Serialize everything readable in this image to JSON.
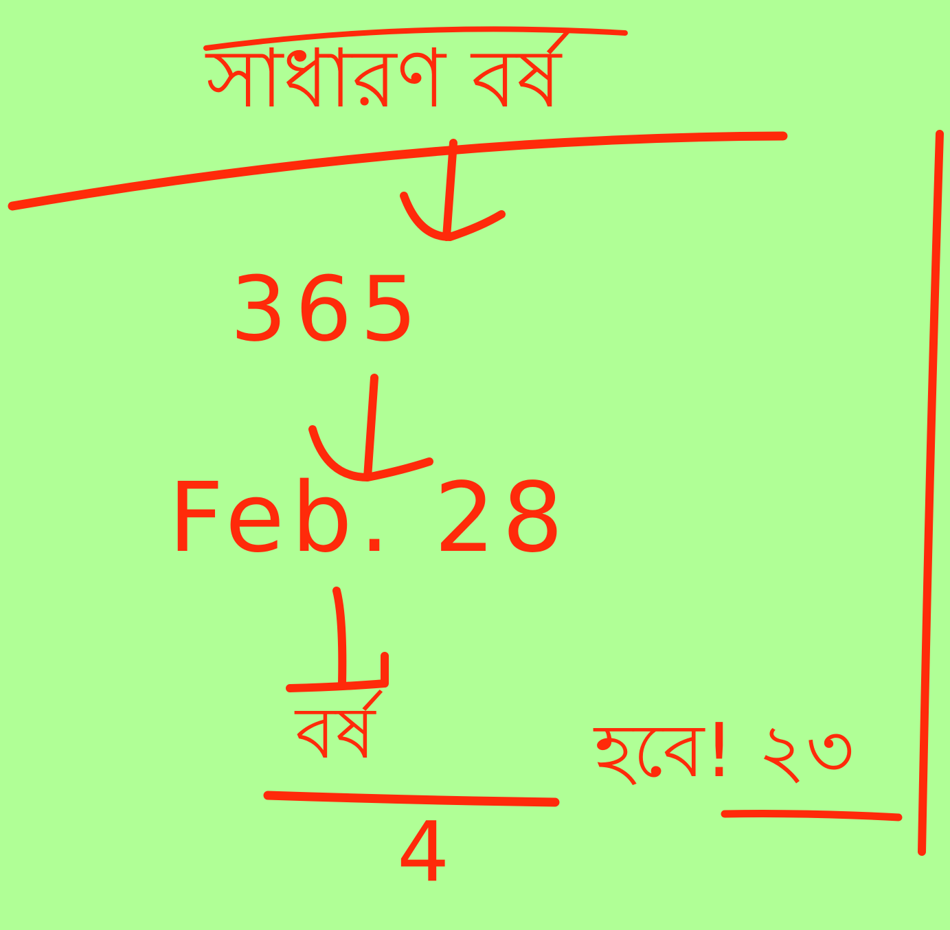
{
  "ink_color": "#ff2a0a",
  "background_color": "#b0ff96",
  "title": "সাধারণ বর্ষ",
  "steps": [
    {
      "value": "365"
    },
    {
      "value": "Feb. 28"
    }
  ],
  "fraction": {
    "numerator": "বর্ষ",
    "denominator": "4"
  },
  "note": "হবে! ২৩"
}
